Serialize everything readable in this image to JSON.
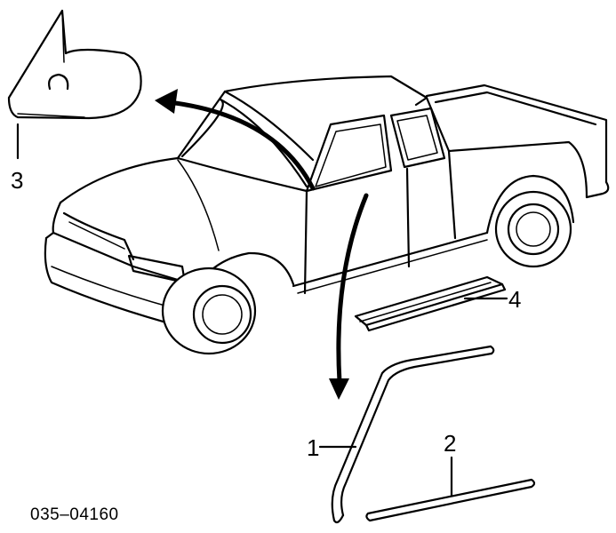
{
  "diagram": {
    "callouts": [
      {
        "id": "1",
        "label": "1"
      },
      {
        "id": "2",
        "label": "2"
      },
      {
        "id": "3",
        "label": "3"
      },
      {
        "id": "4",
        "label": "4"
      }
    ],
    "part_code": "035–04160"
  }
}
